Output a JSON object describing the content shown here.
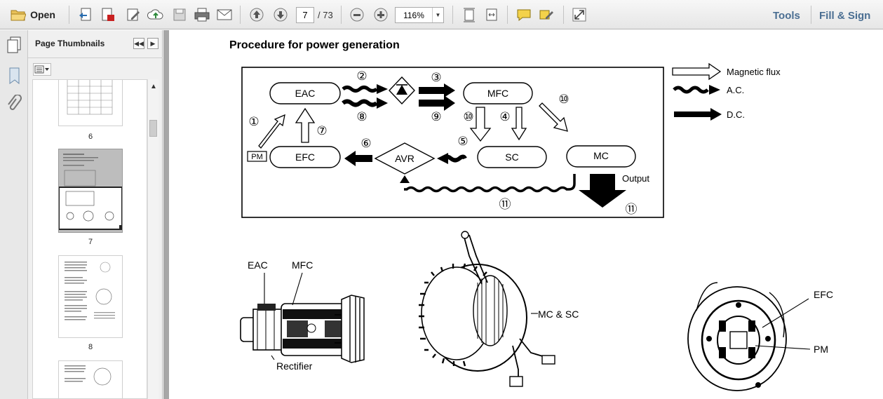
{
  "toolbar": {
    "open_label": "Open",
    "current_page": "7",
    "total_pages": "/ 73",
    "zoom": "116%",
    "tools_label": "Tools",
    "fill_sign_label": "Fill & Sign",
    "icons": [
      "folder-icon",
      "create-pdf-icon",
      "export-pdf-icon",
      "edit-icon",
      "upload-icon",
      "save-icon",
      "print-icon",
      "email-icon",
      "page-up-icon",
      "page-down-icon",
      "zoom-out-icon",
      "zoom-in-icon",
      "fit-page-icon",
      "fit-width-icon",
      "comment-icon",
      "highlight-icon",
      "expand-icon"
    ]
  },
  "sidebar": {
    "title": "Page Thumbnails",
    "thumbnails": [
      {
        "label": "6"
      },
      {
        "label": "7"
      },
      {
        "label": "8"
      }
    ]
  },
  "document": {
    "heading": "Procedure for power generation",
    "blocks": {
      "eac": "EAC",
      "mfc": "MFC",
      "efc": "EFC",
      "avr": "AVR",
      "sc": "SC",
      "mc": "MC",
      "pm": "PM"
    },
    "output_label": "Output",
    "circled": {
      "n1": "①",
      "n2": "②",
      "n3": "③",
      "n4": "④",
      "n5": "⑤",
      "n6": "⑥",
      "n7": "⑦",
      "n8": "⑧",
      "n9": "⑨",
      "n10": "⑩",
      "n11": "⑪"
    },
    "legend": {
      "magnetic": "Magnetic flux",
      "ac": "A.C.",
      "dc": "D.C."
    },
    "labels": {
      "eac": "EAC",
      "mfc": "MFC",
      "rectifier": "Rectifier",
      "mcsc": "MC & SC",
      "efc": "EFC",
      "pm": "PM"
    }
  }
}
